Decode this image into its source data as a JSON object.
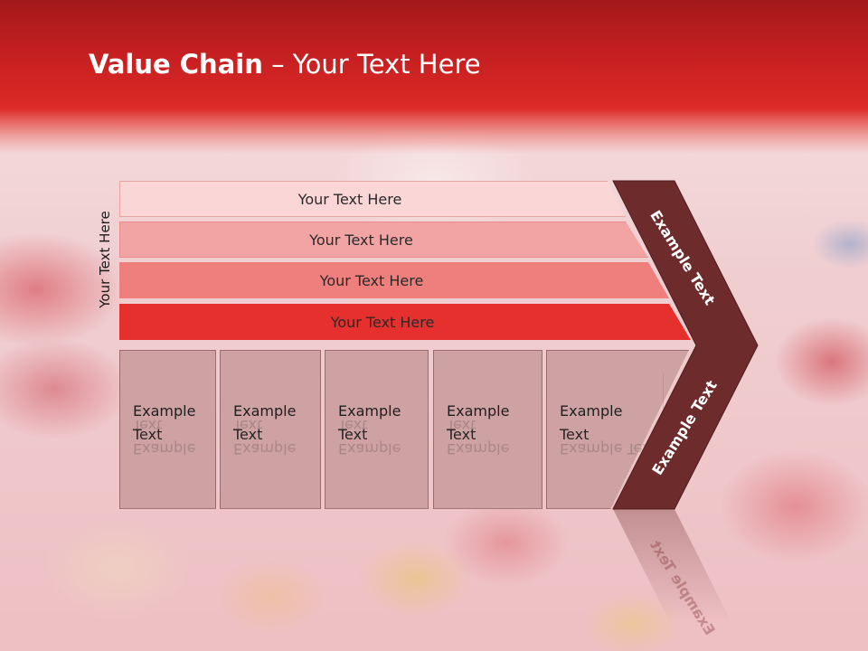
{
  "slide": {
    "title_bold": "Value Chain",
    "title_rest": " – Your Text Here",
    "side_label": "Your Text Here"
  },
  "bars": [
    {
      "label": "Your Text Here"
    },
    {
      "label": "Your Text Here"
    },
    {
      "label": "Your Text Here"
    },
    {
      "label": "Your Text Here"
    }
  ],
  "boxes": [
    {
      "line1": "Example",
      "line2": "Text"
    },
    {
      "line1": "Example",
      "line2": "Text"
    },
    {
      "line1": "Example",
      "line2": "Text"
    },
    {
      "line1": "Example",
      "line2": "Text"
    },
    {
      "line1": "Example",
      "line2": "Text"
    }
  ],
  "chevron": {
    "top_label": "Example Text",
    "bottom_label": "Example Text"
  },
  "colors": {
    "header": "#c51f21",
    "chevron": "#6e2b2c",
    "bar1": "#fad6d6",
    "bar2": "#f2a4a4",
    "bar3": "#ee7f7c",
    "bar4": "#e5302d",
    "box": "#cea1a2"
  }
}
